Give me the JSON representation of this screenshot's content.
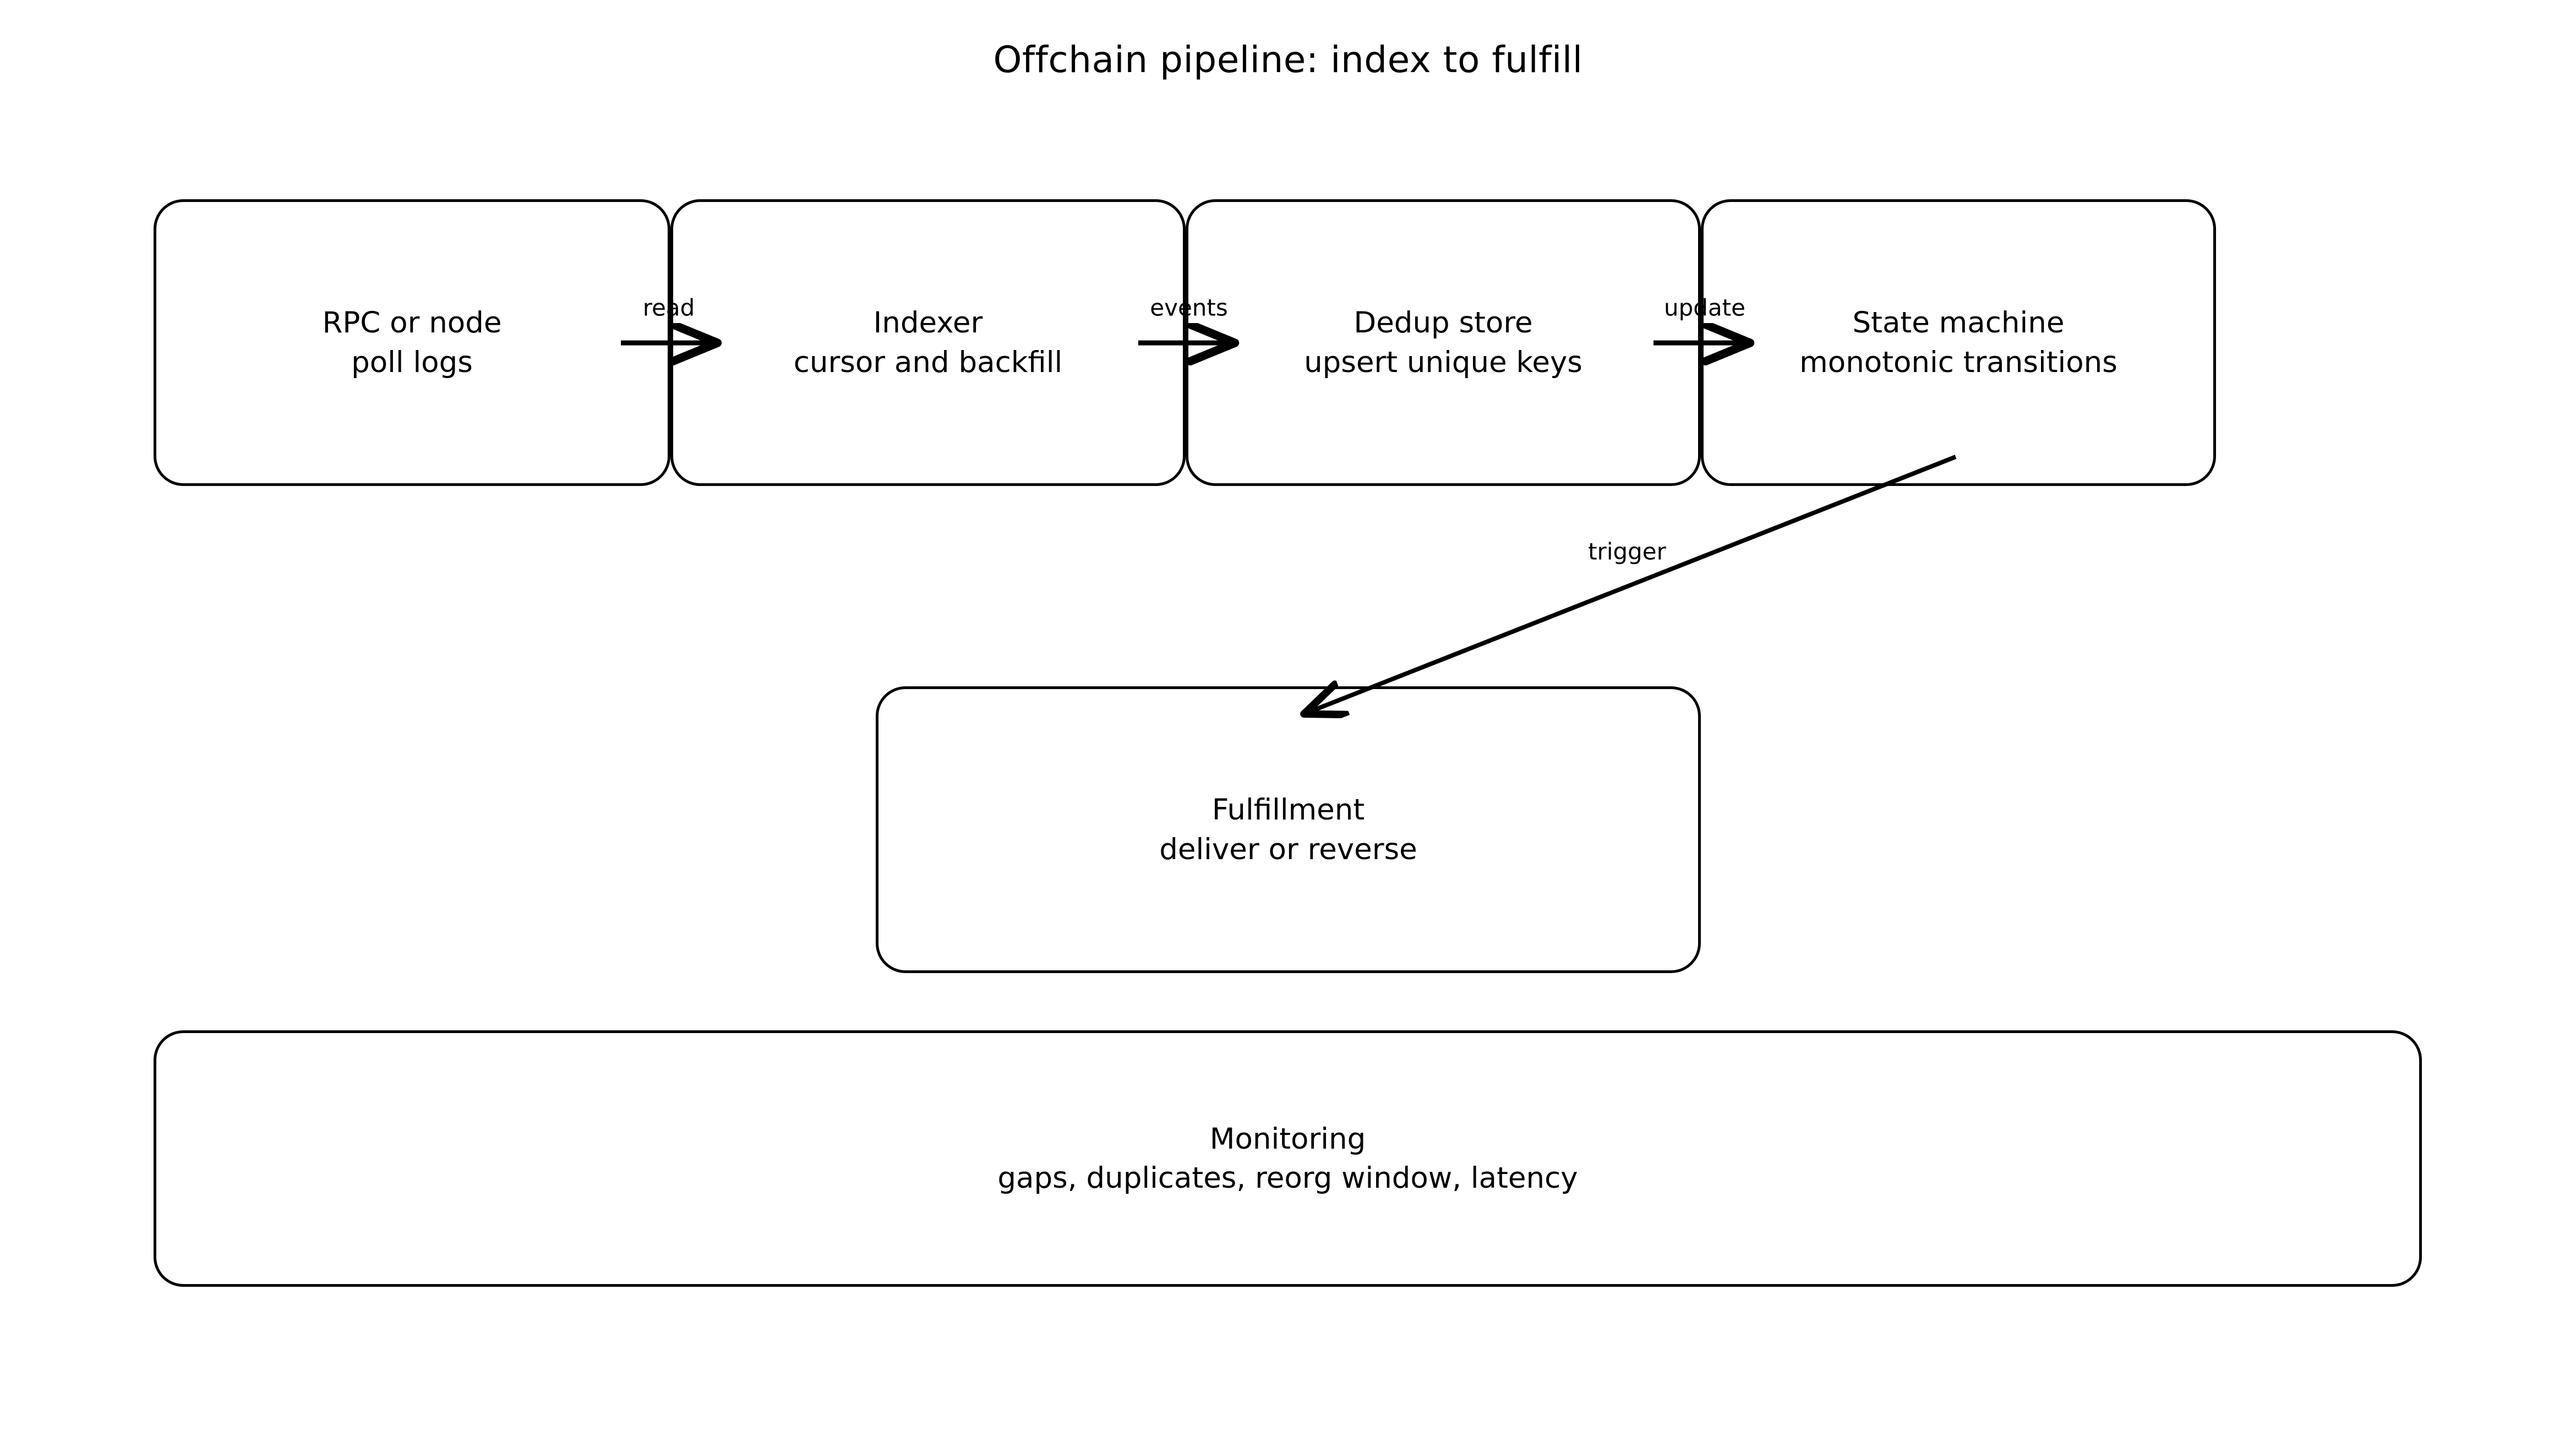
{
  "diagram": {
    "title": "Offchain pipeline: index to fulfill",
    "background_color": "#ffffff",
    "stroke_color": "#000000",
    "nodes": [
      {
        "id": "rpc",
        "line1": "RPC or node",
        "line2": "poll logs",
        "text": "RPC or node\npoll logs"
      },
      {
        "id": "indexer",
        "line1": "Indexer",
        "line2": "cursor and backfill",
        "text": "Indexer\ncursor and backfill"
      },
      {
        "id": "dedup",
        "line1": "Dedup store",
        "line2": "upsert unique keys",
        "text": "Dedup store\nupsert unique keys"
      },
      {
        "id": "state",
        "line1": "State machine",
        "line2": "monotonic transitions",
        "text": "State machine\nmonotonic transitions"
      },
      {
        "id": "fulfillment",
        "line1": "Fulfillment",
        "line2": "deliver or reverse",
        "text": "Fulfillment\ndeliver or reverse"
      },
      {
        "id": "monitoring",
        "line1": "Monitoring",
        "line2": "gaps, duplicates, reorg window, latency",
        "text": "Monitoring\ngaps, duplicates, reorg window, latency"
      }
    ],
    "edges": [
      {
        "id": "rpc-indexer",
        "label": "read",
        "from": "rpc",
        "to": "indexer"
      },
      {
        "id": "indexer-dedup",
        "label": "events",
        "from": "indexer",
        "to": "dedup"
      },
      {
        "id": "dedup-state",
        "label": "update",
        "from": "dedup",
        "to": "state"
      },
      {
        "id": "state-fulfillment",
        "label": "trigger",
        "from": "state",
        "to": "fulfillment"
      }
    ]
  }
}
